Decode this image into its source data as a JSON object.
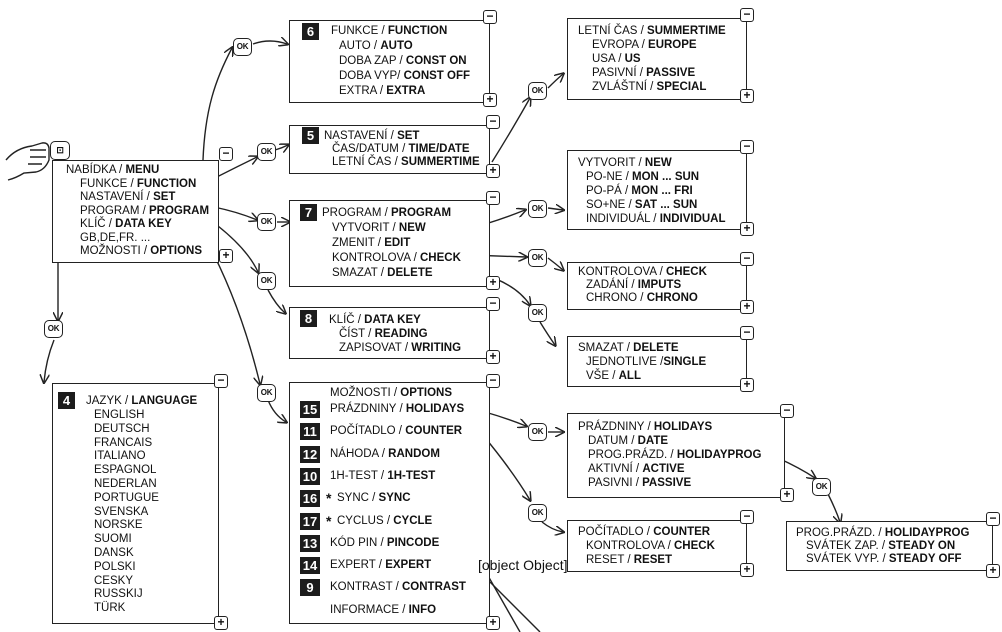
{
  "ok_label": "OK",
  "plus": "+",
  "minus": "−",
  "star": "*",
  "check": {
    "lines": [
      {
        "n": "KONTROLOVA / ",
        "b": "CHECK"
      },
      {
        "n": "ZADÁNÍ / ",
        "b": "IMPUTS"
      },
      {
        "n": "CHRONO / ",
        "b": "CHRONO"
      }
    ]
  },
  "menu": {
    "lines": [
      {
        "n": "NABÍDKA / ",
        "b": "MENU"
      },
      {
        "n": "FUNKCE / ",
        "b": "FUNCTION"
      },
      {
        "n": "NASTAVENÍ / ",
        "b": "SET"
      },
      {
        "n": "PROGRAM / ",
        "b": "PROGRAM"
      },
      {
        "n": "KLÍČ / ",
        "b": "DATA KEY"
      },
      {
        "n": "GB,DE,FR. ...",
        "b": ""
      },
      {
        "n": "MOŽNOSTI / ",
        "b": "OPTIONS"
      }
    ]
  },
  "function": {
    "num": "6",
    "lines": [
      {
        "n": "FUNKCE / ",
        "b": "FUNCTION"
      },
      {
        "n": "AUTO / ",
        "b": "AUTO"
      },
      {
        "n": "DOBA ZAP / ",
        "b": "CONST ON"
      },
      {
        "n": "DOBA VYP/ ",
        "b": "CONST OFF"
      },
      {
        "n": "EXTRA / ",
        "b": "EXTRA"
      }
    ]
  },
  "set": {
    "num": "5",
    "lines": [
      {
        "n": "NASTAVENÍ / ",
        "b": "SET"
      },
      {
        "n": "ČAS/DATUM / ",
        "b": "TIME/DATE"
      },
      {
        "n": "LETNÍ ČAS / ",
        "b": "SUMMERTIME"
      }
    ]
  },
  "summertime": {
    "lines": [
      {
        "n": "LETNÍ ČAS / ",
        "b": "SUMMERTIME"
      },
      {
        "n": "EVROPA / ",
        "b": "EUROPE"
      },
      {
        "n": "USA / ",
        "b": "US"
      },
      {
        "n": "PASIVNÍ / ",
        "b": "PASSIVE"
      },
      {
        "n": "ZVLÁŠTNÍ / ",
        "b": "SPECIAL"
      }
    ]
  },
  "program": {
    "num": "7",
    "lines": [
      {
        "n": "PROGRAM / ",
        "b": "PROGRAM"
      },
      {
        "n": "VYTVORIT / ",
        "b": "NEW"
      },
      {
        "n": "ZMENIT / ",
        "b": "EDIT"
      },
      {
        "n": "KONTROLOVA / ",
        "b": "CHECK"
      },
      {
        "n": "SMAZAT / ",
        "b": "DELETE"
      }
    ]
  },
  "new": {
    "lines": [
      {
        "n": "VYTVORIT / ",
        "b": "NEW"
      },
      {
        "n": "PO-NE / ",
        "b": "MON ... SUN"
      },
      {
        "n": "PO-PÁ / ",
        "b": "MON ... FRI"
      },
      {
        "n": "SO+NE / ",
        "b": "SAT ... SUN"
      },
      {
        "n": "INDIVIDUÁL / ",
        "b": "INDIVIDUAL"
      }
    ]
  },
  "datakey": {
    "num": "8",
    "lines": [
      {
        "n": "KLÍČ / ",
        "b": "DATA KEY"
      },
      {
        "n": "ČÍST / ",
        "b": "READING"
      },
      {
        "n": "ZAPISOVAT / ",
        "b": "WRITING"
      }
    ]
  },
  "delete": {
    "lines": [
      {
        "n": "SMAZAT / ",
        "b": "DELETE"
      },
      {
        "n": "JEDNOTLIVE /",
        "b": "SINGLE"
      },
      {
        "n": "VŠE / ",
        "b": "ALL"
      }
    ]
  },
  "options": {
    "header": {
      "n": "MOŽNOSTI / ",
      "b": "OPTIONS"
    },
    "items": [
      {
        "num": "15",
        "n": "PRÁZDNINY / ",
        "b": "HOLIDAYS"
      },
      {
        "num": "11",
        "n": "POČÍTADLO / ",
        "b": "COUNTER"
      },
      {
        "num": "12",
        "n": "NÁHODA / ",
        "b": "RANDOM"
      },
      {
        "num": "10",
        "n": "1H-TEST / ",
        "b": "1H-TEST"
      },
      {
        "num": "16",
        "n": "SYNC / ",
        "b": "SYNC"
      },
      {
        "num": "17",
        "n": "CYCLUS / ",
        "b": "CYCLE"
      },
      {
        "num": "13",
        "n": "KÓD PIN / ",
        "b": "PINCODE"
      },
      {
        "num": "14",
        "n": "EXPERT / ",
        "b": "EXPERT"
      },
      {
        "num": "9",
        "n": "KONTRAST / ",
        "b": "CONTRAST"
      },
      {
        "num": "",
        "n": "INFORMACE / ",
        "b": "INFO"
      }
    ]
  },
  "holidays": {
    "lines": [
      {
        "n": "PRÁZDNINY / ",
        "b": "HOLIDAYS"
      },
      {
        "n": "DATUM / ",
        "b": "DATE"
      },
      {
        "n": "PROG.PRÁZD. / ",
        "b": "HOLIDAYPROG"
      },
      {
        "n": "AKTIVNÍ / ",
        "b": "ACTIVE"
      },
      {
        "n": "PASIVNI / ",
        "b": "PASSIVE"
      }
    ]
  },
  "counter": {
    "lines": [
      {
        "n": "POČÍTADLO / ",
        "b": "COUNTER"
      },
      {
        "n": "KONTROLOVA / ",
        "b": "CHECK"
      },
      {
        "n": "RESET / ",
        "b": "RESET"
      }
    ]
  },
  "holidayprog": {
    "lines": [
      {
        "n": "PROG.PRÁZD. / ",
        "b": "HOLIDAYPROG"
      },
      {
        "n": "SVÁTEK ZAP. / ",
        "b": "STEADY ON"
      },
      {
        "n": "SVÁTEK VYP. / ",
        "b": "STEADY OFF"
      }
    ]
  },
  "language": {
    "num": "4",
    "header": {
      "n": "JAZYK / ",
      "b": "LANGUAGE"
    },
    "items": [
      "ENGLISH",
      "DEUTSCH",
      "FRANCAIS",
      "ITALIANO",
      "ESPAGNOL",
      "NEDERLAN",
      "PORTUGUE",
      "SVENSKA",
      "NORSKE",
      "SUOMI",
      "DANSK",
      "POLSKI",
      "CESKY",
      "RUSSKIJ",
      "TÜRK"
    ]
  }
}
